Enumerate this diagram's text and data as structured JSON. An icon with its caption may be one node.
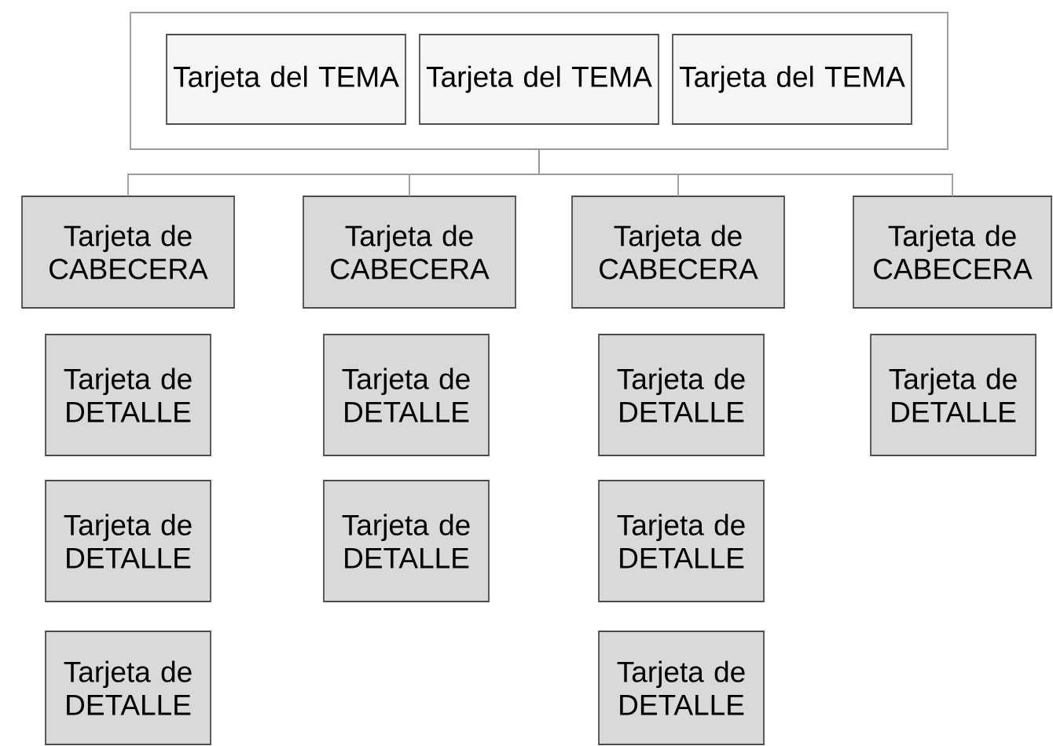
{
  "diagram": {
    "nodes": [
      {
        "text": [],
        "shape": "box"
      },
      {
        "text": [
          "Tarjeta del TEMA"
        ],
        "in": 0
      },
      {
        "text": [
          "Tarjeta del TEMA"
        ],
        "in": 0
      },
      {
        "text": [
          "Tarjeta del TEMA"
        ],
        "in": 0
      },
      {
        "text": [
          "Tarjeta de CABECERA"
        ]
      },
      {
        "text": [
          "Tarjeta de CABECERA"
        ]
      },
      {
        "text": [
          "Tarjeta de CABECERA"
        ]
      },
      {
        "text": [
          "Tarjeta de CABECERA"
        ]
      },
      {
        "text": [
          "Tarjeta de DETALLE"
        ]
      },
      {
        "text": [
          "Tarjeta de DETALLE"
        ]
      },
      {
        "text": [
          "Tarjeta de DETALLE"
        ]
      },
      {
        "text": [
          "Tarjeta de DETALLE"
        ]
      },
      {
        "text": [
          "Tarjeta de DETALLE"
        ]
      },
      {
        "text": [
          "Tarjeta de DETALLE"
        ]
      },
      {
        "text": [
          "Tarjeta de DETALLE"
        ]
      },
      {
        "text": [
          "Tarjeta de DETALLE"
        ]
      },
      {
        "text": [
          "Tarjeta de DETALLE"
        ]
      }
    ],
    "edges": [
      {
        "from": 0,
        "to": 4,
        "arrow": "none"
      },
      {
        "from": 0,
        "to": 5,
        "arrow": "none"
      },
      {
        "from": 0,
        "to": 6,
        "arrow": "none"
      },
      {
        "from": 0,
        "to": 7,
        "arrow": "none"
      }
    ]
  }
}
